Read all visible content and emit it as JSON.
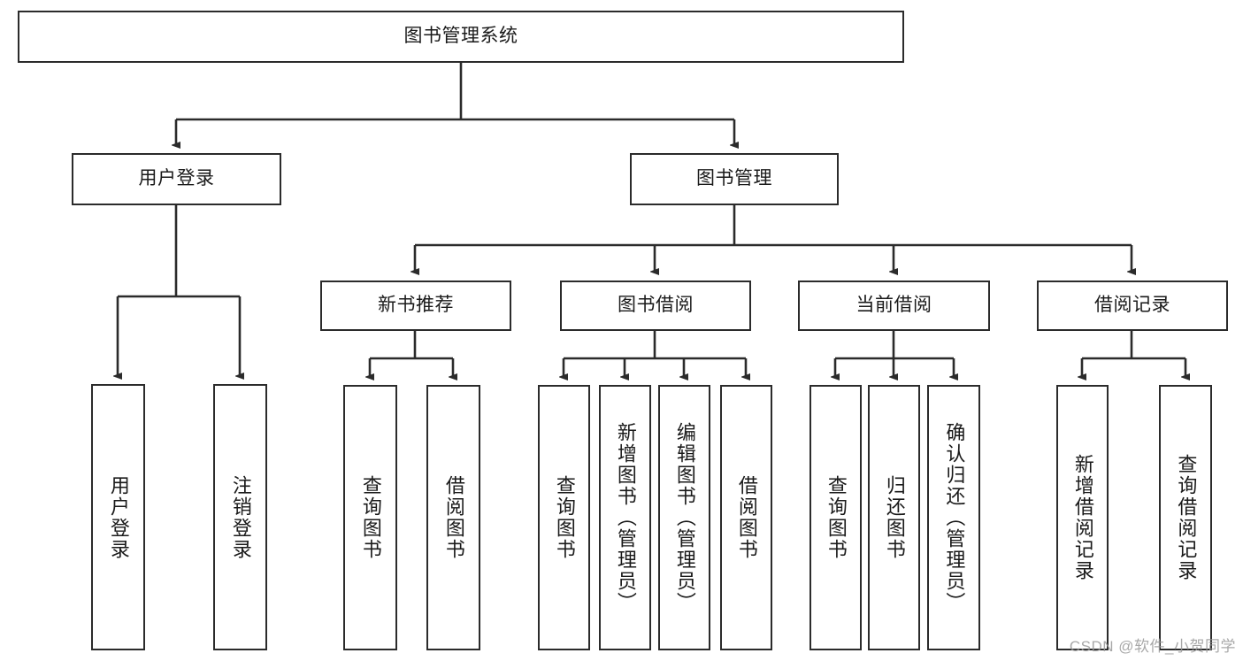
{
  "diagram": {
    "title": "图书管理系统",
    "type": "tree-hierarchy-chart",
    "root": {
      "label": "图书管理系统"
    },
    "level1": [
      {
        "label": "用户登录"
      },
      {
        "label": "图书管理"
      }
    ],
    "level2": [
      {
        "label": "新书推荐"
      },
      {
        "label": "图书借阅"
      },
      {
        "label": "当前借阅"
      },
      {
        "label": "借阅记录"
      }
    ],
    "leaves": {
      "user_login": [
        {
          "label": "用户登录"
        },
        {
          "label": "注销登录"
        }
      ],
      "new_book_recommend": [
        {
          "label": "查询图书"
        },
        {
          "label": "借阅图书"
        }
      ],
      "book_borrow": [
        {
          "label": "查询图书"
        },
        {
          "label": "新增图书（管理员）"
        },
        {
          "label": "编辑图书（管理员）"
        },
        {
          "label": "借阅图书"
        }
      ],
      "current_borrow": [
        {
          "label": "查询图书"
        },
        {
          "label": "归还图书"
        },
        {
          "label": "确认归还（管理员）"
        }
      ],
      "borrow_record": [
        {
          "label": "新增借阅记录"
        },
        {
          "label": "查询借阅记录"
        }
      ]
    }
  },
  "watermark": {
    "text": "CSDN @软件_小贺同学"
  },
  "colors": {
    "stroke": "#2b2b2b",
    "fill": "#ffffff",
    "text": "#1a1a1a",
    "watermark": "#9a9a9a"
  }
}
